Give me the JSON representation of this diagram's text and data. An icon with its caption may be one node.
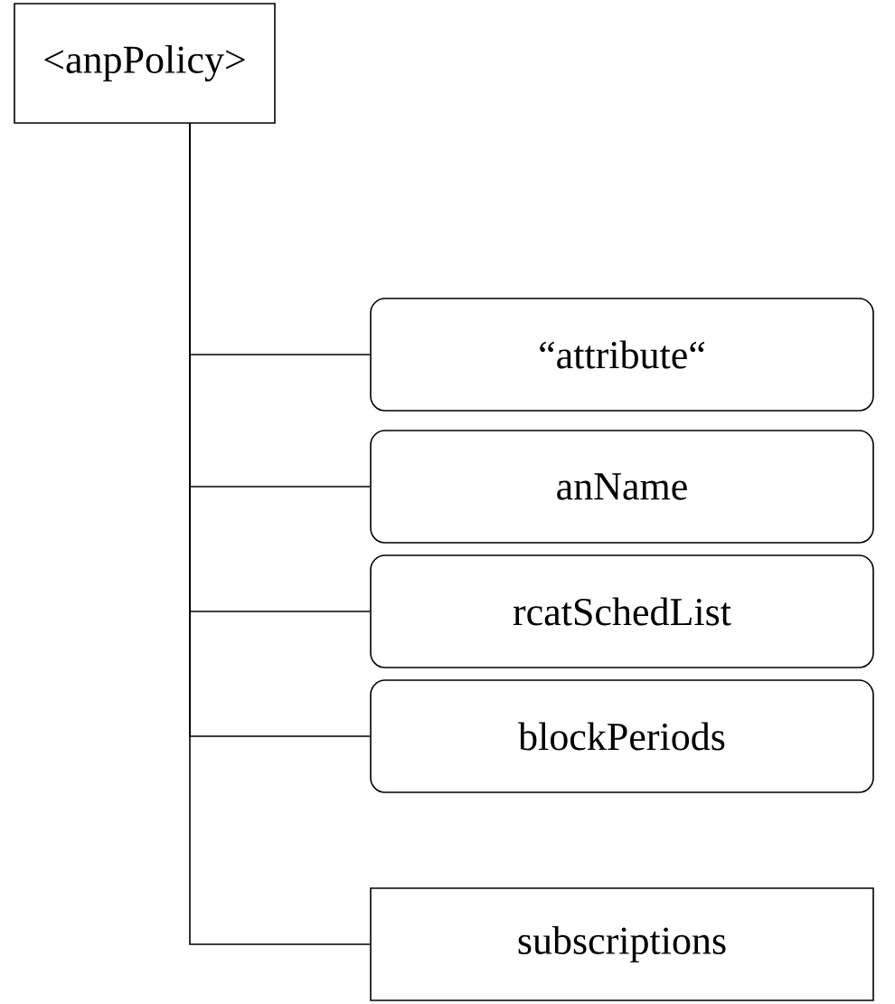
{
  "diagram": {
    "nodes": [
      {
        "text": [
          "<anpPolicy>"
        ]
      },
      {
        "text": [
          "“attribute“"
        ]
      },
      {
        "text": [
          "anName"
        ]
      },
      {
        "text": [
          "rcatSchedList"
        ]
      },
      {
        "text": [
          "blockPeriods"
        ]
      },
      {
        "text": [
          "subscriptions"
        ]
      }
    ],
    "edges": [
      {
        "from": 0,
        "to": 1,
        "arrow": "none"
      },
      {
        "from": 0,
        "to": 2,
        "arrow": "none"
      },
      {
        "from": 0,
        "to": 3,
        "arrow": "none"
      },
      {
        "from": 0,
        "to": 4,
        "arrow": "none"
      },
      {
        "from": 0,
        "to": 5,
        "arrow": "none"
      }
    ]
  }
}
